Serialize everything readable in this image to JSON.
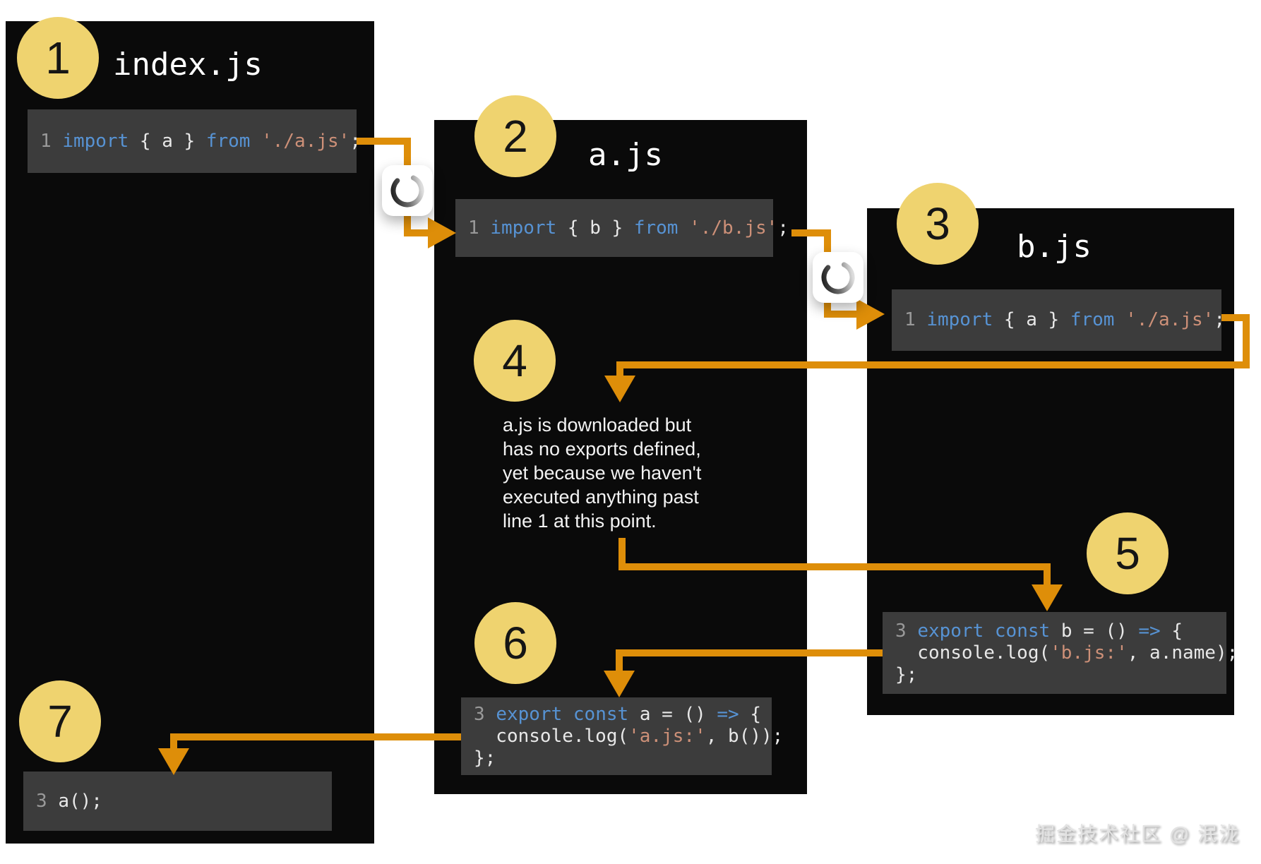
{
  "colors": {
    "background": "#ffffff",
    "panel_bg": "#0a0a0a",
    "code_block_bg": "#3c3c3c",
    "arrow_orange": "#de8e09",
    "badge_yellow": "#efd36f",
    "keyword_blue": "#5793d4",
    "string_salmon": "#cd9078",
    "line_number_gray": "#999999",
    "code_text": "#e8e8e8"
  },
  "panels": {
    "index_js": {
      "badge": "1",
      "title": "index.js",
      "import_code": [
        [
          [
            "1 ",
            "ln"
          ],
          [
            "import",
            "kw"
          ],
          [
            " { a } ",
            "pl"
          ],
          [
            "from",
            "kw"
          ],
          [
            " ",
            "pl"
          ],
          [
            "'./a.js'",
            "str"
          ],
          [
            ";",
            "pl"
          ]
        ]
      ],
      "call_badge": "7",
      "call_code": [
        [
          [
            "3 ",
            "ln"
          ],
          [
            "a();",
            "pl"
          ]
        ]
      ]
    },
    "a_js": {
      "badge": "2",
      "title": "a.js",
      "import_code": [
        [
          [
            "1 ",
            "ln"
          ],
          [
            "import",
            "kw"
          ],
          [
            " { b } ",
            "pl"
          ],
          [
            "from",
            "kw"
          ],
          [
            " ",
            "pl"
          ],
          [
            "'./b.js'",
            "str"
          ],
          [
            ";",
            "pl"
          ]
        ]
      ],
      "note_badge": "4",
      "note_lines": [
        "a.js is downloaded but",
        "has no exports defined,",
        "yet because we haven't",
        "executed anything past",
        "line 1 at this point."
      ],
      "export_badge": "6",
      "export_code": [
        [
          [
            "3 ",
            "ln"
          ],
          [
            "export",
            "kw"
          ],
          [
            " ",
            "pl"
          ],
          [
            "const",
            "kw"
          ],
          [
            " a = () ",
            "pl"
          ],
          [
            "=>",
            "kw"
          ],
          [
            " {",
            "pl"
          ]
        ],
        [
          [
            "  console.log(",
            "pl"
          ],
          [
            "'a.js:'",
            "str"
          ],
          [
            ", b());",
            "pl"
          ]
        ],
        [
          [
            "};",
            "pl"
          ]
        ]
      ]
    },
    "b_js": {
      "badge": "3",
      "title": "b.js",
      "import_code": [
        [
          [
            "1 ",
            "ln"
          ],
          [
            "import",
            "kw"
          ],
          [
            " { a } ",
            "pl"
          ],
          [
            "from",
            "kw"
          ],
          [
            " ",
            "pl"
          ],
          [
            "'./a.js'",
            "str"
          ],
          [
            ";",
            "pl"
          ]
        ]
      ],
      "export_badge": "5",
      "export_code": [
        [
          [
            "3 ",
            "ln"
          ],
          [
            "export",
            "kw"
          ],
          [
            " ",
            "pl"
          ],
          [
            "const",
            "kw"
          ],
          [
            " b = () ",
            "pl"
          ],
          [
            "=>",
            "kw"
          ],
          [
            " {",
            "pl"
          ]
        ],
        [
          [
            "  console.log(",
            "pl"
          ],
          [
            "'b.js:'",
            "str"
          ],
          [
            ", a.name);",
            "pl"
          ]
        ],
        [
          [
            "};",
            "pl"
          ]
        ]
      ]
    }
  },
  "icons": {
    "spinner_1": "loading-spinner",
    "spinner_2": "loading-spinner"
  },
  "watermark": "掘金技术社区 @ 泯泷"
}
